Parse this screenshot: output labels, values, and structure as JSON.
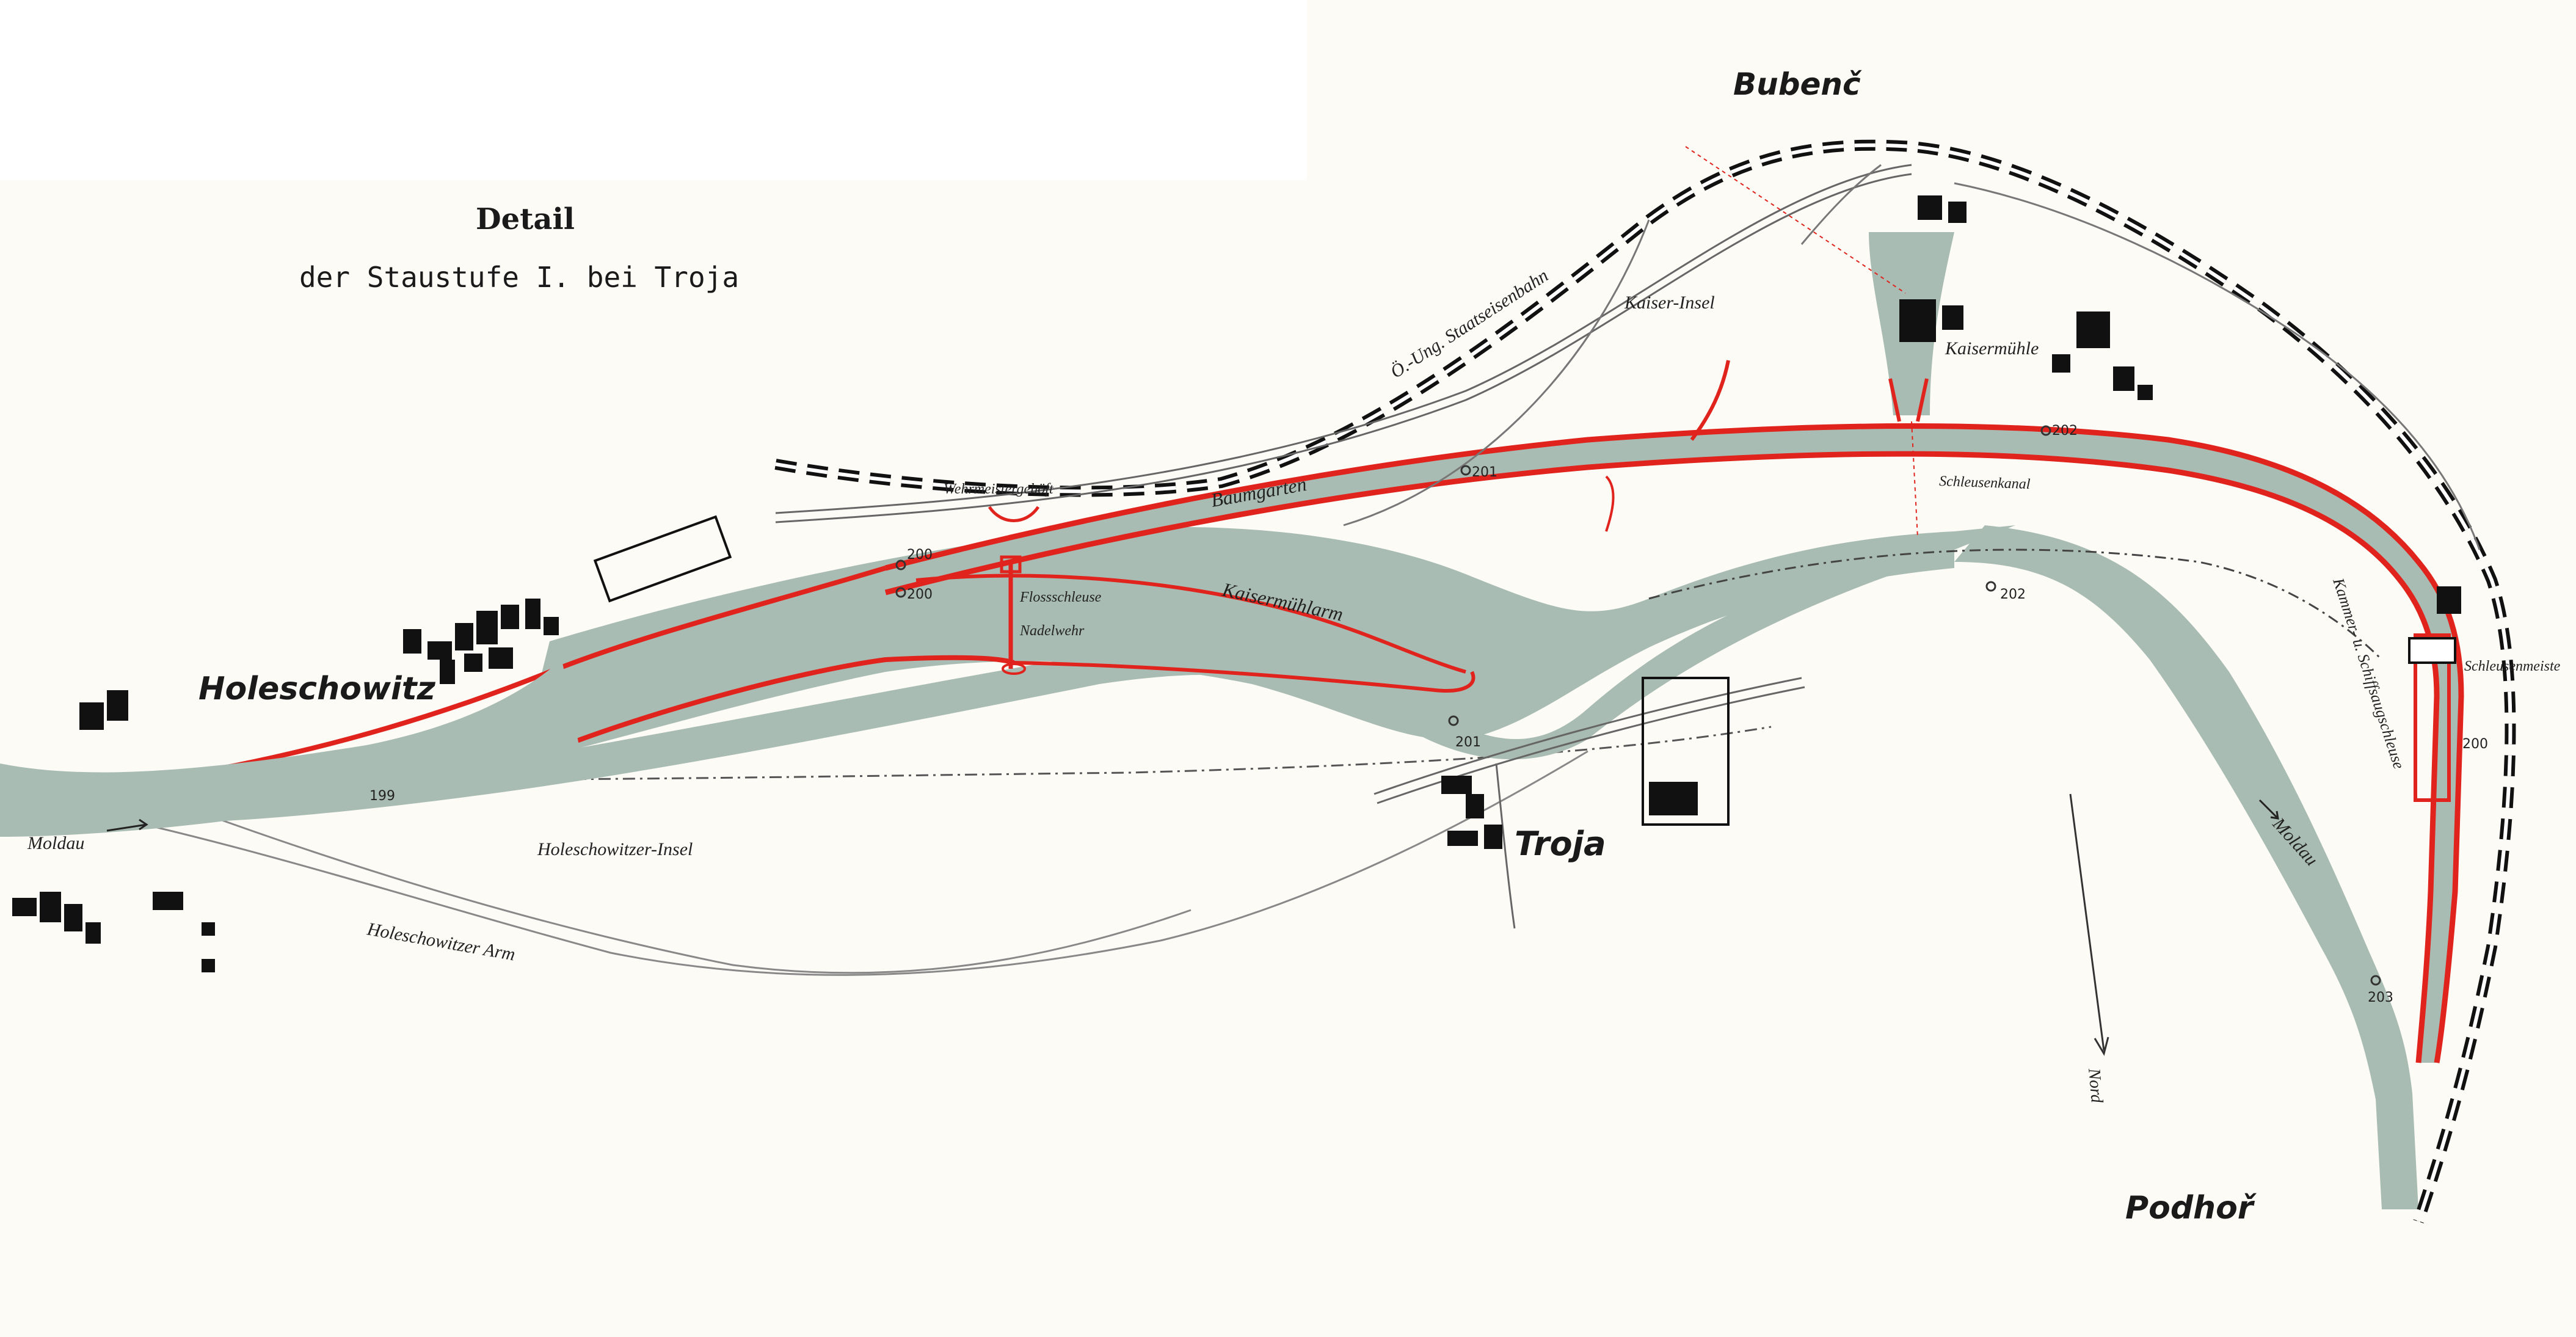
{
  "title": {
    "line1": "Detail",
    "line2": "der Staustufe I. bei Troja"
  },
  "colors": {
    "paper": "#fcfbf6",
    "water": "#a9bcb3",
    "canal_edge": "#e0231c",
    "railway": "#111111",
    "road": "#555555",
    "buildings": "#111111"
  },
  "places": {
    "bubenc": "Bubenč",
    "holeschowitz": "Holeschowitz",
    "troja": "Troja",
    "podhor": "Podhoř"
  },
  "features": {
    "kaiser_insel": "Kaiser-Insel",
    "kaisermuehle": "Kaisermühle",
    "railway": "Ö.-Ung. Staatseisenbahn",
    "baumgarten": "Baumgarten",
    "wehrmeistergehoeft": "Wehrmeistergehöft",
    "schleusenkanal": "Schleusenkanal",
    "flossschleuse": "Flossschleuse",
    "nadelwehr": "Nadelwehr",
    "kaisermuehlarm": "Kaisermühlarm",
    "kammerschleuse": "Kammer- u. Schiffsaugschleuse",
    "schleusenmeister": "Schleusenmeiste",
    "holeschowitzer_insel": "Holeschowitzer-Insel",
    "holeschowitzer_arm": "Holeschowitzer Arm",
    "moldau_west": "Moldau",
    "moldau_east": "Moldau",
    "nord": "Nord"
  },
  "kilometres": [
    "199",
    "200",
    "200",
    "201",
    "201",
    "202",
    "202",
    "203",
    "200"
  ]
}
